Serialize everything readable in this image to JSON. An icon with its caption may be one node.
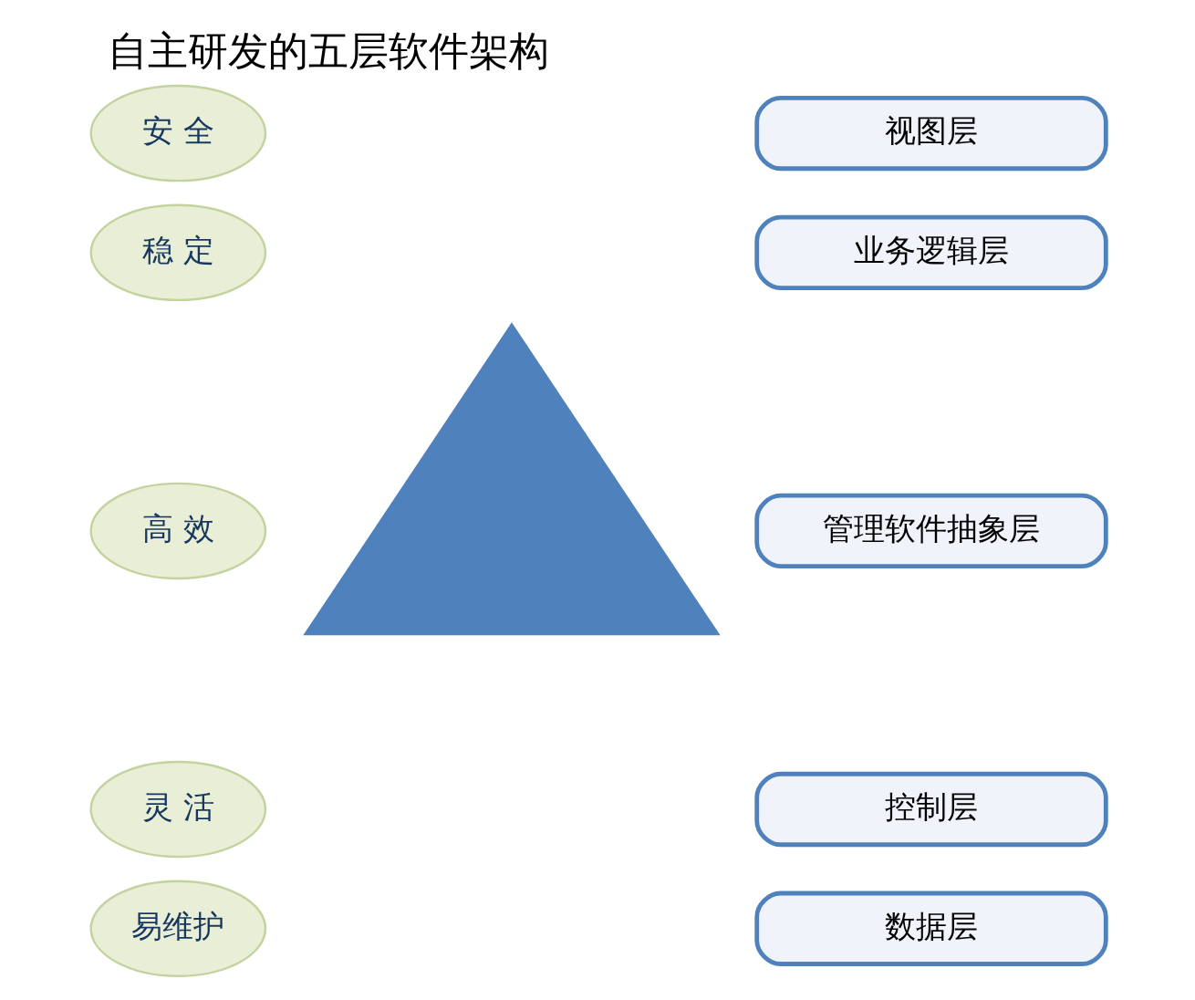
{
  "diagram": {
    "title": "自主研发的五层软件架构",
    "nodes": [
      {
        "text": [
          "安 全"
        ]
      },
      {
        "text": [
          "稳 定"
        ]
      },
      {
        "text": [
          "高 效"
        ]
      },
      {
        "text": [
          "灵 活"
        ]
      },
      {
        "text": [
          "易维护"
        ]
      },
      {
        "text": [],
        "shape": "triangle"
      },
      {
        "text": [
          "视图层"
        ]
      },
      {
        "text": [
          "业务逻辑层"
        ]
      },
      {
        "text": [
          "管理软件抽象层"
        ]
      },
      {
        "text": [
          "控制层"
        ]
      },
      {
        "text": [
          "数据层"
        ]
      }
    ],
    "edges": []
  }
}
